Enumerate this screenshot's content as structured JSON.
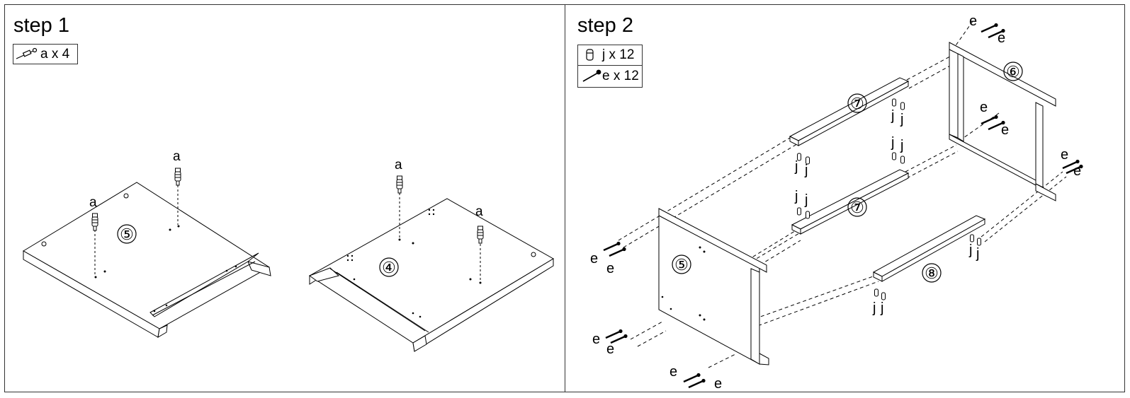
{
  "step1": {
    "title": "step 1",
    "legend": [
      {
        "icon": "bolt-a-icon",
        "text": "a x 4"
      }
    ],
    "parts": {
      "left_panel": "⑤",
      "right_panel": "④"
    },
    "labels": {
      "bolt_a": "a"
    }
  },
  "step2": {
    "title": "step 2",
    "legend": [
      {
        "icon": "dowel-j-icon",
        "text": "j x 12"
      },
      {
        "icon": "screw-e-icon",
        "text": "e x 12"
      }
    ],
    "parts": {
      "side_left": "⑤",
      "side_right": "⑥",
      "shelf": "⑦",
      "rail": "⑧"
    },
    "labels": {
      "screw_e": "e",
      "dowel_j": "j"
    }
  }
}
